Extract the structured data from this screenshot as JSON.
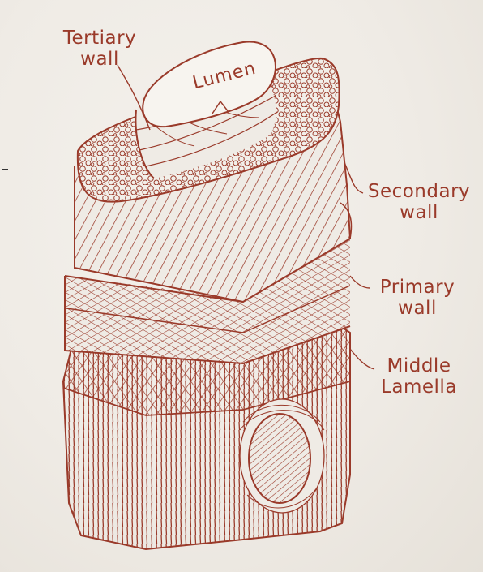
{
  "diagram": {
    "labels": {
      "lumen": "Lumen",
      "tertiary": [
        "Tertiary",
        "wall"
      ],
      "secondary": [
        "Secondary",
        "wall"
      ],
      "primary": [
        "Primary",
        "wall"
      ],
      "middle": [
        "Middle",
        "Lamella"
      ]
    }
  },
  "colors": {
    "ink": "#9a3a2a",
    "paper": "#efebe5",
    "lumen_fill": "#f7f4ef"
  }
}
